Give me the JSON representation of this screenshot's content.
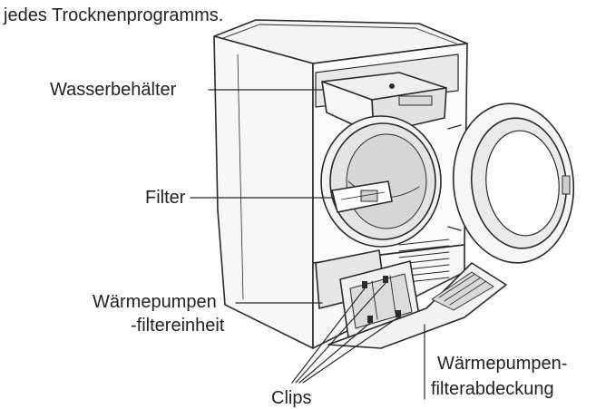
{
  "intro_text": "jedes Trocknenprogramms.",
  "labels": {
    "water_tank": "Wasserbehälter",
    "filter": "Filter",
    "heat_pump_unit_line1": "Wärmepumpen",
    "heat_pump_unit_line2": "-filtereinheit",
    "clips": "Clips",
    "heat_pump_cover_line1": "Wärmepumpen-",
    "heat_pump_cover_line2": "filterabdeckung"
  },
  "colors": {
    "line": "#2a2a2a",
    "text": "#222222",
    "shade": "#cfcfcf"
  }
}
